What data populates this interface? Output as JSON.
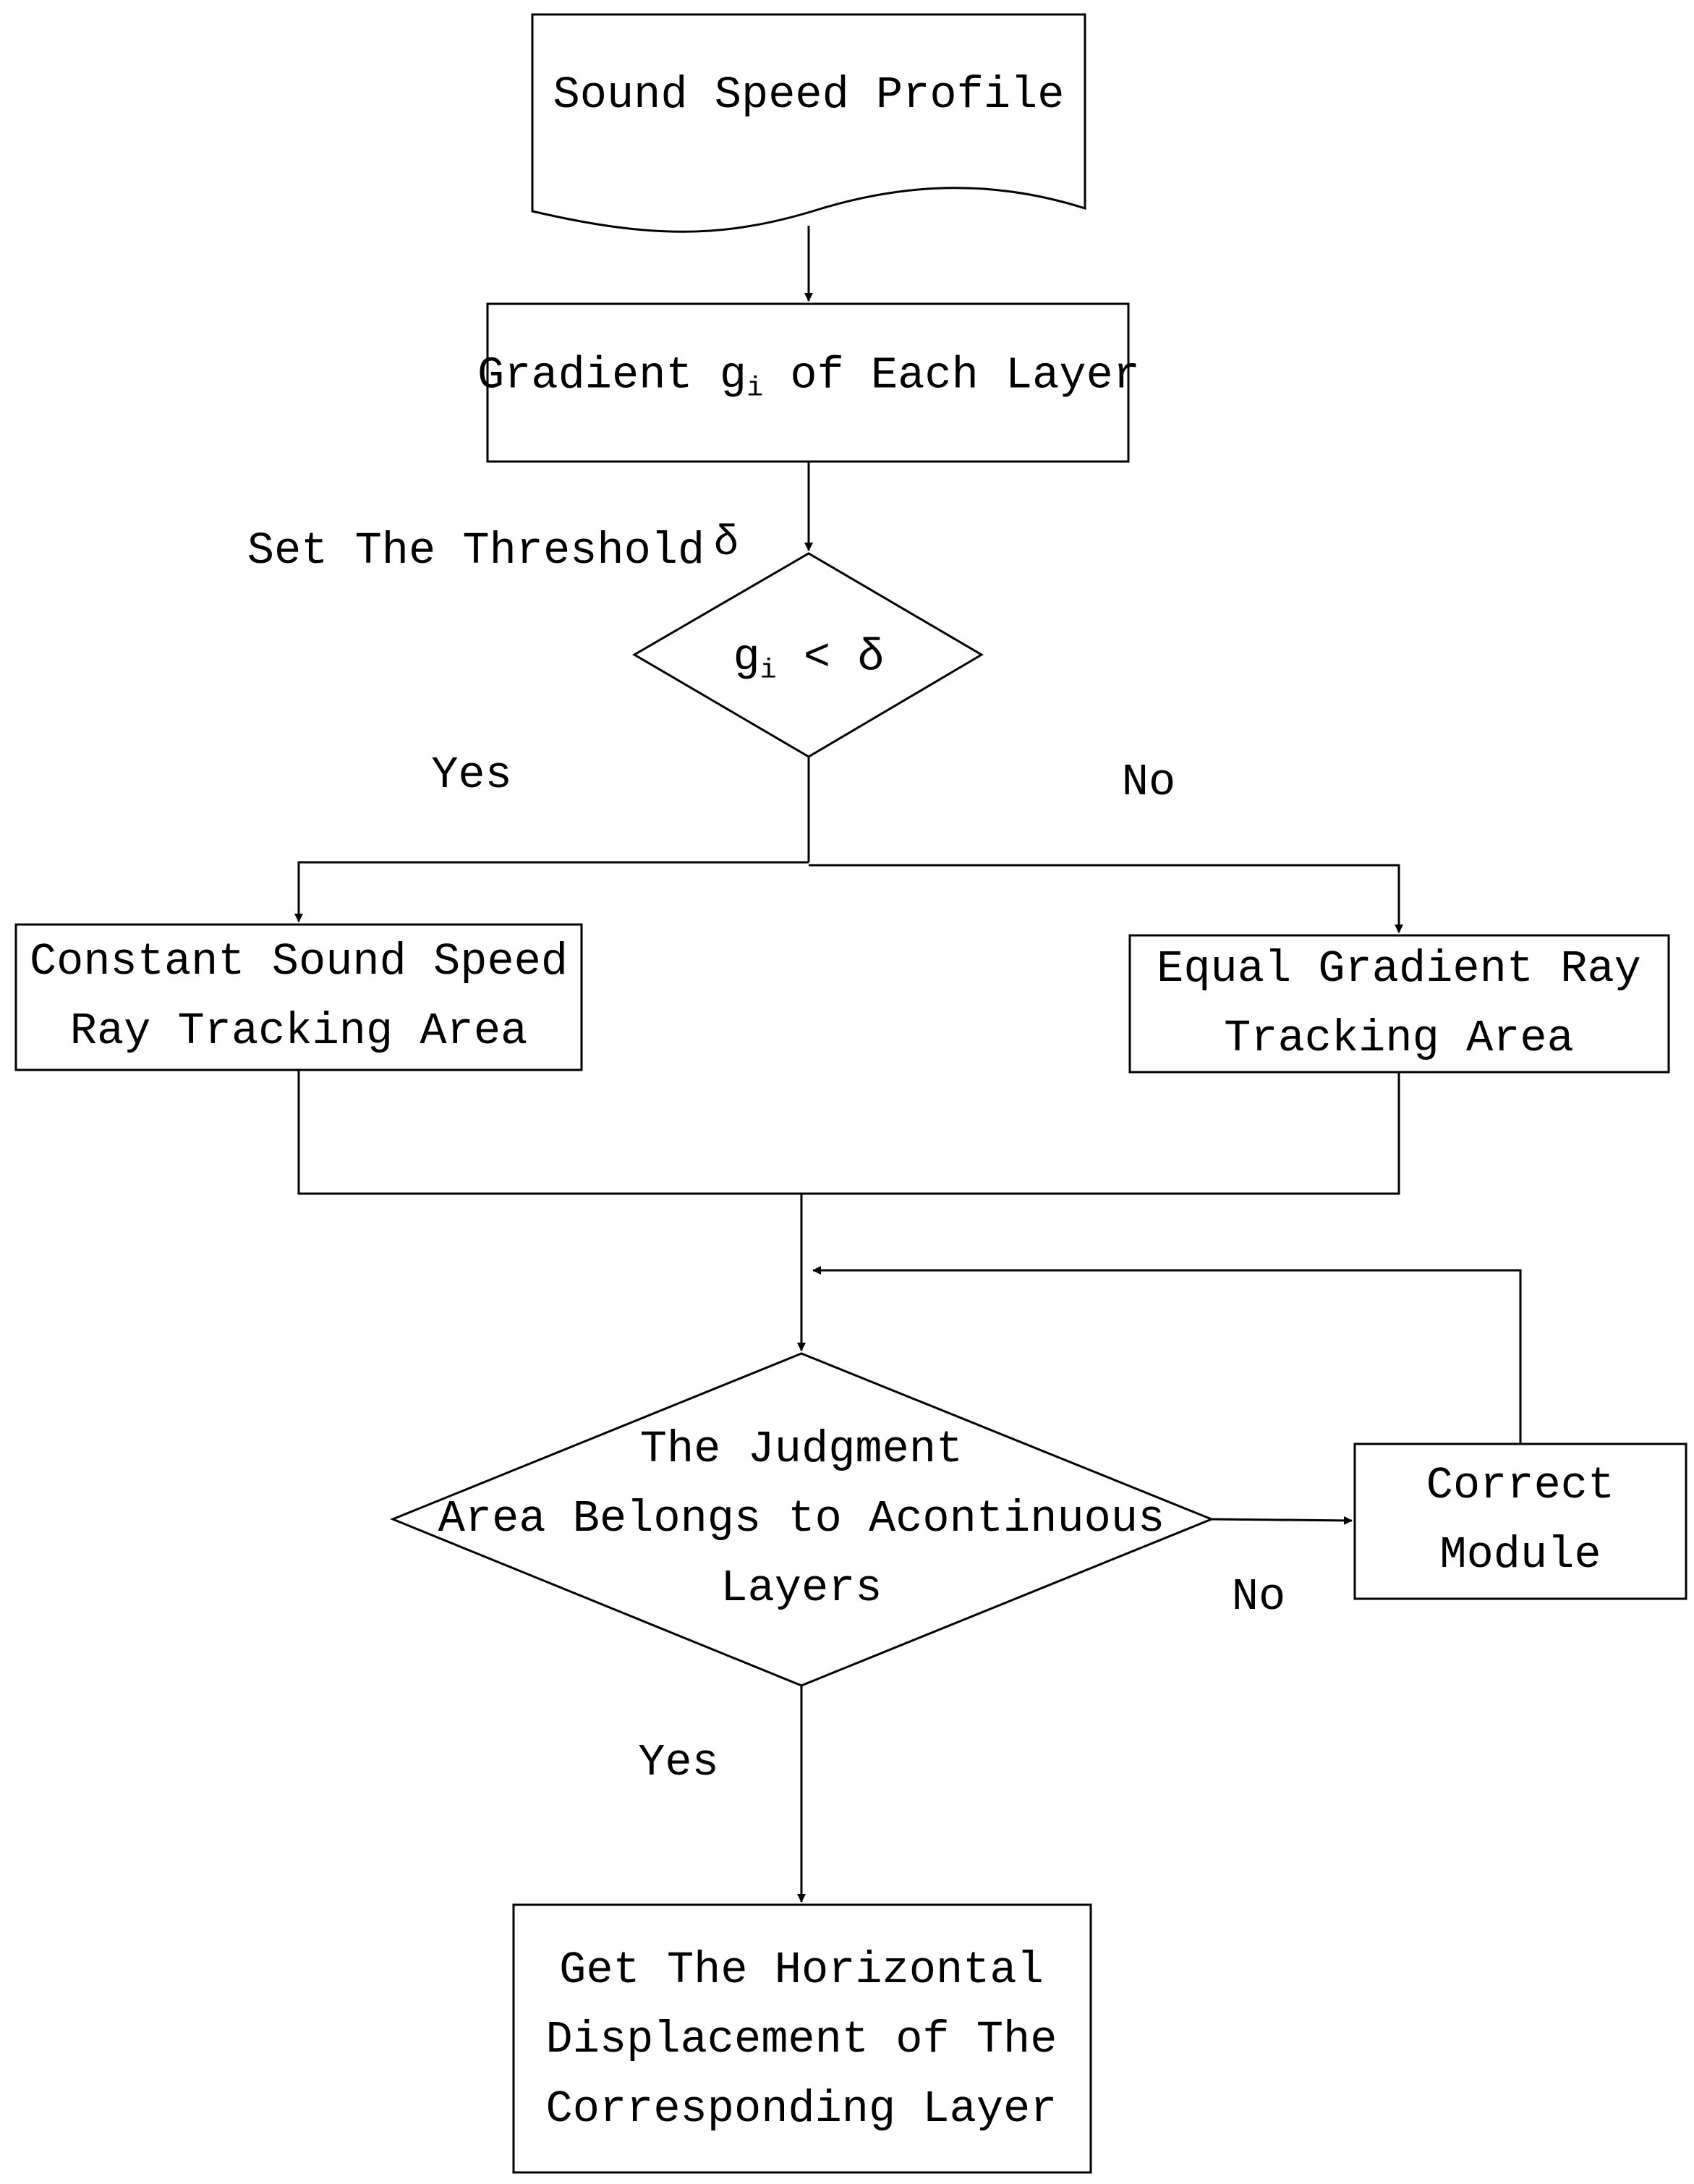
{
  "nodes": {
    "sound_speed_profile": {
      "text": "Sound Speed Profile"
    },
    "gradient_each_layer": {
      "prefix": "Gradient ",
      "var": "g",
      "sub": "i",
      "suffix": " of Each Layer"
    },
    "threshold_decision": {
      "var": "g",
      "sub": "i",
      "op": " < δ"
    },
    "constant_area": {
      "line1": "Constant Sound Speed",
      "line2": "Ray Tracking Area"
    },
    "equal_gradient_area": {
      "line1": "Equal Gradient Ray",
      "line2": "Tracking Area"
    },
    "judgment_decision": {
      "line1": "The Judgment",
      "line2": "Area Belongs to Acontinuous",
      "line3": "Layers"
    },
    "correct_module": {
      "line1": "Correct",
      "line2": "Module"
    },
    "horizontal_displacement": {
      "line1": "Get The Horizontal",
      "line2": "Displacement of The",
      "line3": "Corresponding Layer"
    }
  },
  "labels": {
    "set_threshold": "Set The Threshold",
    "delta": "δ",
    "yes_top": "Yes",
    "no_top": "No",
    "no_bottom": "No",
    "yes_bottom": "Yes"
  }
}
